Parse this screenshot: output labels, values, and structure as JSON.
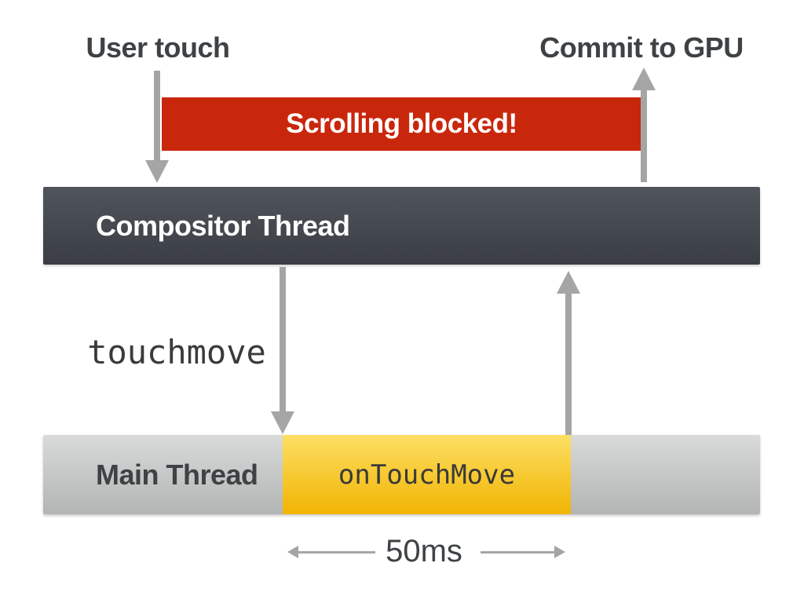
{
  "diagram": {
    "title_implied": "Touch event blocking scroll timeline",
    "labels": {
      "user_touch": "User touch",
      "commit_to_gpu": "Commit to GPU",
      "scrolling_blocked": "Scrolling blocked!",
      "compositor_thread": "Compositor Thread",
      "touchmove_event": "touchmove",
      "main_thread": "Main Thread",
      "on_touch_move": "onTouchMove",
      "duration": "50ms"
    },
    "arrows": [
      {
        "name": "user-touch-arrow",
        "direction": "down",
        "from": "User touch",
        "to": "Compositor Thread"
      },
      {
        "name": "commit-gpu-arrow",
        "direction": "up",
        "from": "Compositor Thread",
        "to": "Commit to GPU"
      },
      {
        "name": "compositor-to-main-arrow",
        "direction": "down",
        "from": "Compositor Thread",
        "to": "Main Thread"
      },
      {
        "name": "main-to-compositor-arrow",
        "direction": "up",
        "from": "Main Thread",
        "to": "Compositor Thread"
      },
      {
        "name": "duration-left-arrow",
        "direction": "left",
        "measures": "onTouchMove span"
      },
      {
        "name": "duration-right-arrow",
        "direction": "right",
        "measures": "onTouchMove span"
      }
    ]
  },
  "colors": {
    "page_bg": "#ffffff",
    "blocked_bar": "#c9270c",
    "compositor_top": "#50545b",
    "compositor_bottom": "#3a3e44",
    "main_top": "#d9dbda",
    "main_bottom": "#b2b5b3",
    "busy_top": "#fcdf63",
    "busy_bottom": "#f1b403",
    "arrow": "#a5a5a5",
    "text_dark": "#3e4245",
    "text_mono": "#3a3a38",
    "text_light": "#ffffff"
  }
}
